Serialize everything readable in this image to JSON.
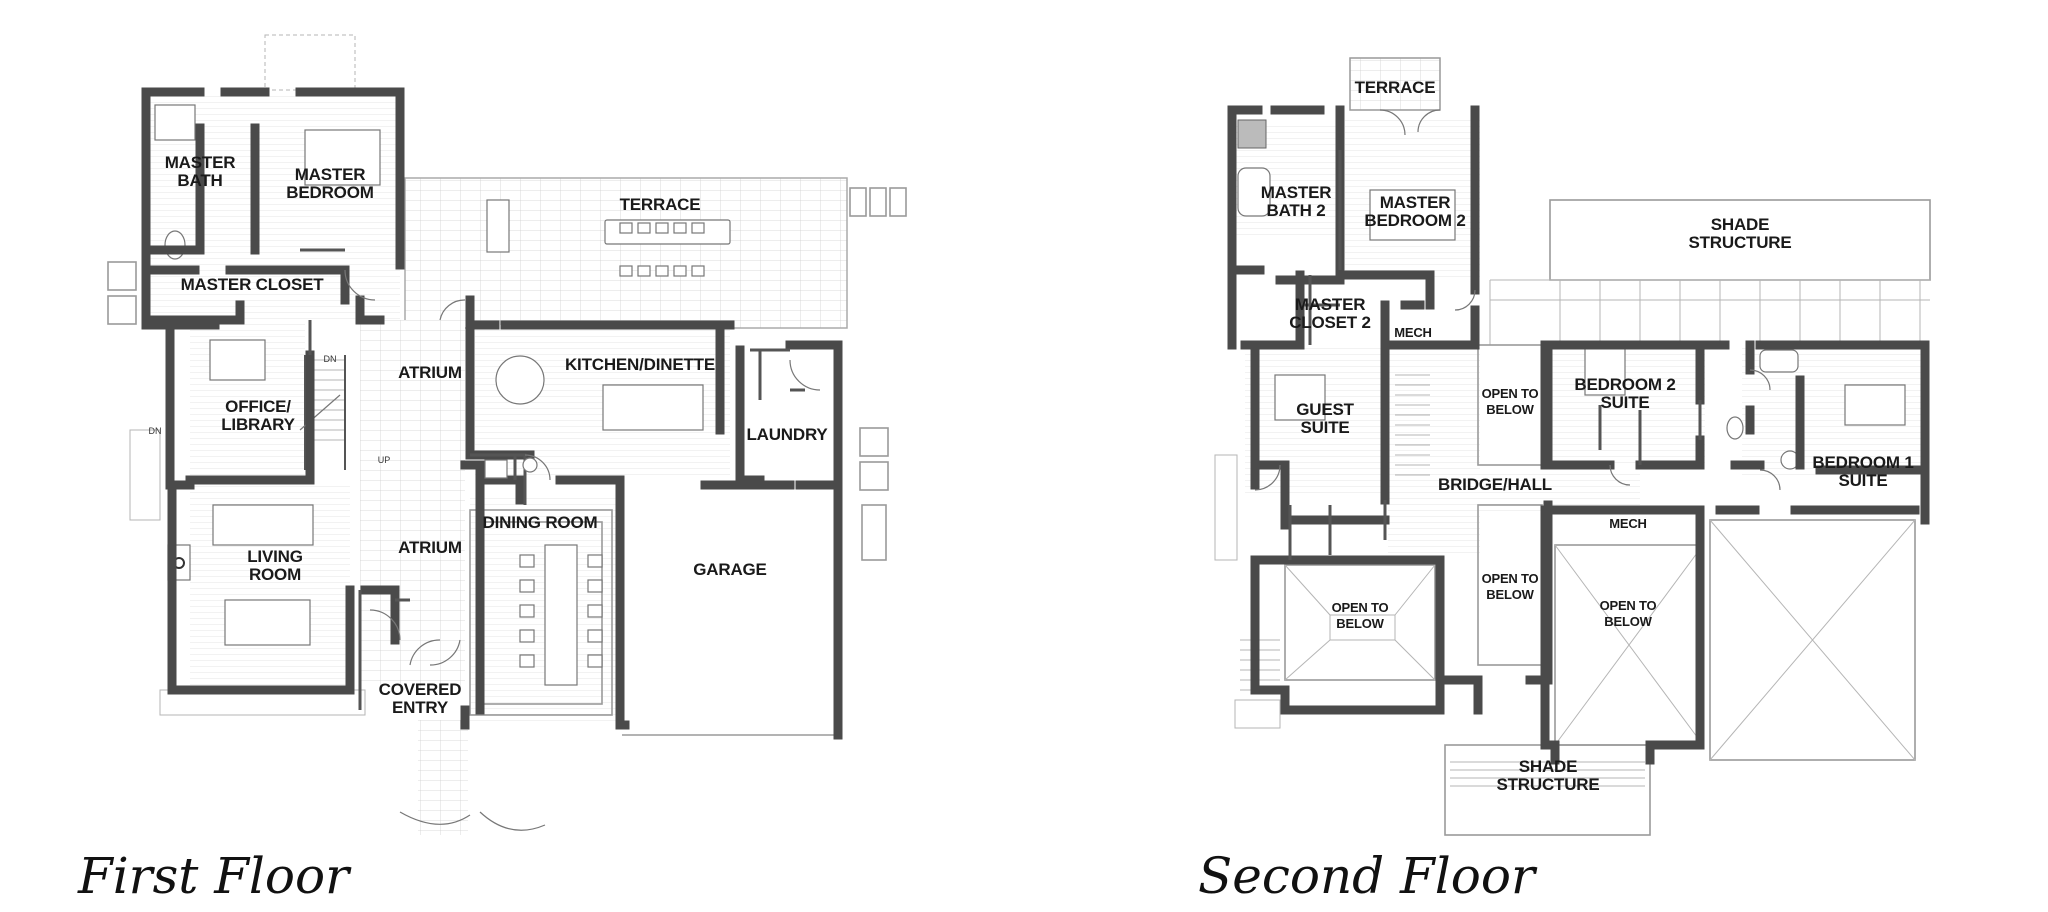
{
  "first_floor": {
    "title": "First Floor",
    "rooms": {
      "master_bath": [
        "MASTER",
        "BATH"
      ],
      "master_bedroom": [
        "MASTER",
        "BEDROOM"
      ],
      "master_closet": "MASTER CLOSET",
      "terrace": "TERRACE",
      "atrium_upper": "ATRIUM",
      "kitchen_dinette": "KITCHEN/DINETTE",
      "office_library": [
        "OFFICE/",
        "LIBRARY"
      ],
      "laundry": "LAUNDRY",
      "living_room": [
        "LIVING",
        "ROOM"
      ],
      "atrium_lower": "ATRIUM",
      "dining_room": "DINING ROOM",
      "garage": "GARAGE",
      "covered_entry": [
        "COVERED",
        "ENTRY"
      ]
    },
    "annotations": {
      "stair_dn": "DN",
      "stair_up": "UP",
      "side_dn": "DN"
    }
  },
  "second_floor": {
    "title": "Second Floor",
    "rooms": {
      "terrace": "TERRACE",
      "master_bath_2": [
        "MASTER",
        "BATH 2"
      ],
      "master_bedroom_2": [
        "MASTER",
        "BEDROOM 2"
      ],
      "shade_structure_top": [
        "SHADE",
        "STRUCTURE"
      ],
      "master_closet_2": [
        "MASTER",
        "CLOSET 2"
      ],
      "mech_upper": "MECH",
      "guest_suite": [
        "GUEST",
        "SUITE"
      ],
      "open_to_below_1": [
        "OPEN TO",
        "BELOW"
      ],
      "bedroom_2_suite": [
        "BEDROOM 2",
        "SUITE"
      ],
      "bedroom_1_suite": [
        "BEDROOM 1",
        "SUITE"
      ],
      "bridge_hall": "BRIDGE/HALL",
      "mech_lower": "MECH",
      "open_to_below_2": [
        "OPEN TO",
        "BELOW"
      ],
      "open_to_below_3": [
        "OPEN TO",
        "BELOW"
      ],
      "open_to_below_4": [
        "OPEN TO",
        "BELOW"
      ],
      "shade_structure_bottom": [
        "SHADE",
        "STRUCTURE"
      ]
    }
  }
}
